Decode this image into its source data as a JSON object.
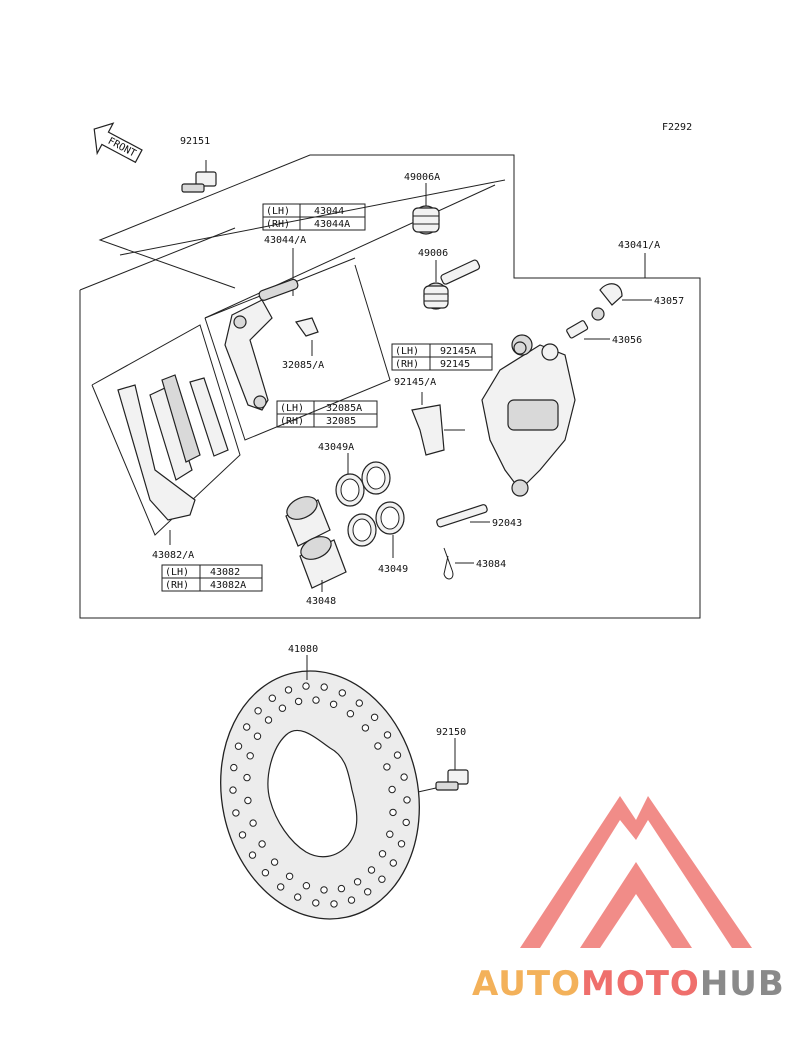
{
  "figure_code": "F2292",
  "front_label": "FRONT",
  "callouts": {
    "c92151": "92151",
    "c49006A": "49006A",
    "c43044A": "43044/A",
    "c49006": "49006",
    "c43041A": "43041/A",
    "c43057": "43057",
    "c43056": "43056",
    "c32085A": "32085/A",
    "c92145A": "92145/A",
    "c43049A": "43049A",
    "c92043": "92043",
    "c43049": "43049",
    "c43084": "43084",
    "c43048": "43048",
    "c43082A": "43082/A",
    "c41080": "41080",
    "c92150": "92150"
  },
  "tables": {
    "t43044": [
      [
        "(LH)",
        "43044"
      ],
      [
        "(RH)",
        "43044A"
      ]
    ],
    "t92145": [
      [
        "(LH)",
        "92145A"
      ],
      [
        "(RH)",
        "92145"
      ]
    ],
    "t32085": [
      [
        "(LH)",
        "32085A"
      ],
      [
        "(RH)",
        "32085"
      ]
    ],
    "t43082": [
      [
        "(LH)",
        "43082"
      ],
      [
        "(RH)",
        "43082A"
      ]
    ]
  },
  "watermark": {
    "part1": "AUTO",
    "part2": "MOTO",
    "part3": "HUB",
    "colors": {
      "auto": "#f3b15a",
      "moto": "#ef6f6c",
      "hub": "#8a8a8a",
      "logo": "#f07f7b"
    }
  }
}
